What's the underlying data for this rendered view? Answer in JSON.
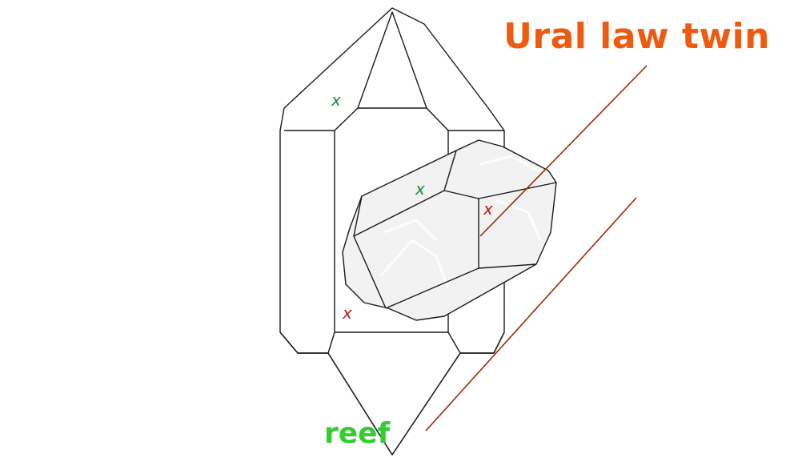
{
  "title": "Ural law twin",
  "label": "reef",
  "marks": {
    "green": "x",
    "red": "x"
  },
  "colors": {
    "title": "#ee5a0f",
    "label": "#33cc33",
    "green_mark": "#1a8a3a",
    "red_mark": "#c01818",
    "twin_line": "#a02800",
    "outline": "#1a1a1a",
    "twin_fill": "#f2f2f2"
  }
}
